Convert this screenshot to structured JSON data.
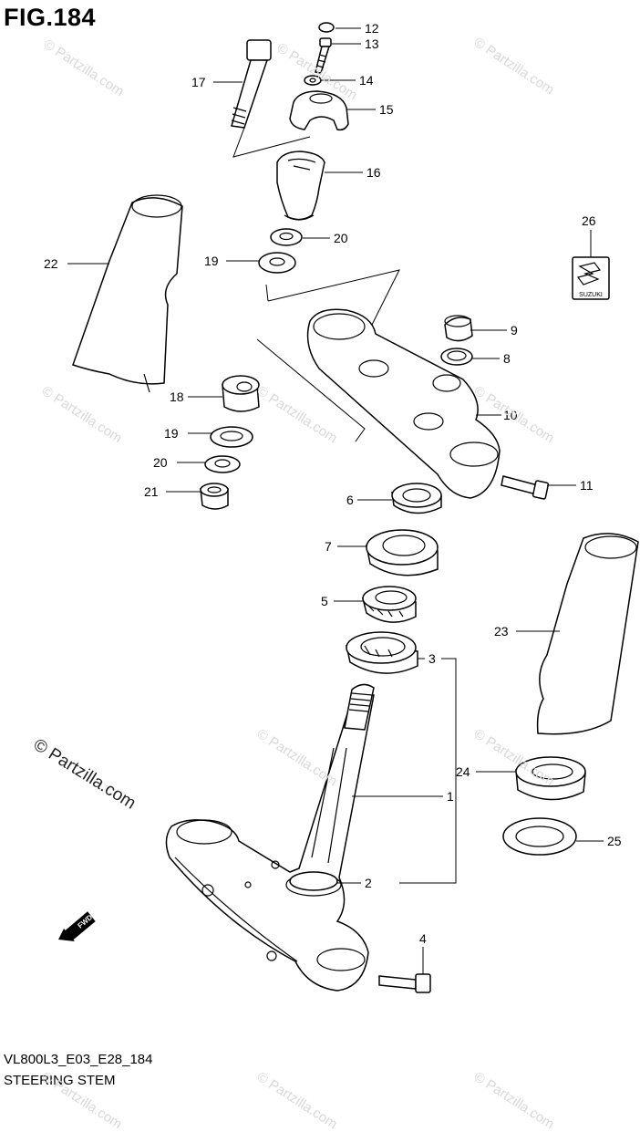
{
  "figure": {
    "title": "FIG.184",
    "code": "VL800L3_E03_E28_184",
    "name": "STEERING STEM"
  },
  "watermark": {
    "text": "© Partzilla.com",
    "copyright": "© Partzilla.com"
  },
  "callouts": [
    "12",
    "13",
    "14",
    "15",
    "16",
    "17",
    "20",
    "19",
    "22",
    "26",
    "9",
    "8",
    "18",
    "10",
    "19",
    "20",
    "21",
    "11",
    "6",
    "7",
    "5",
    "3",
    "23",
    "1",
    "24",
    "25",
    "2",
    "4"
  ],
  "logo_text": "SUZUKI",
  "fwd_label": "FWD"
}
